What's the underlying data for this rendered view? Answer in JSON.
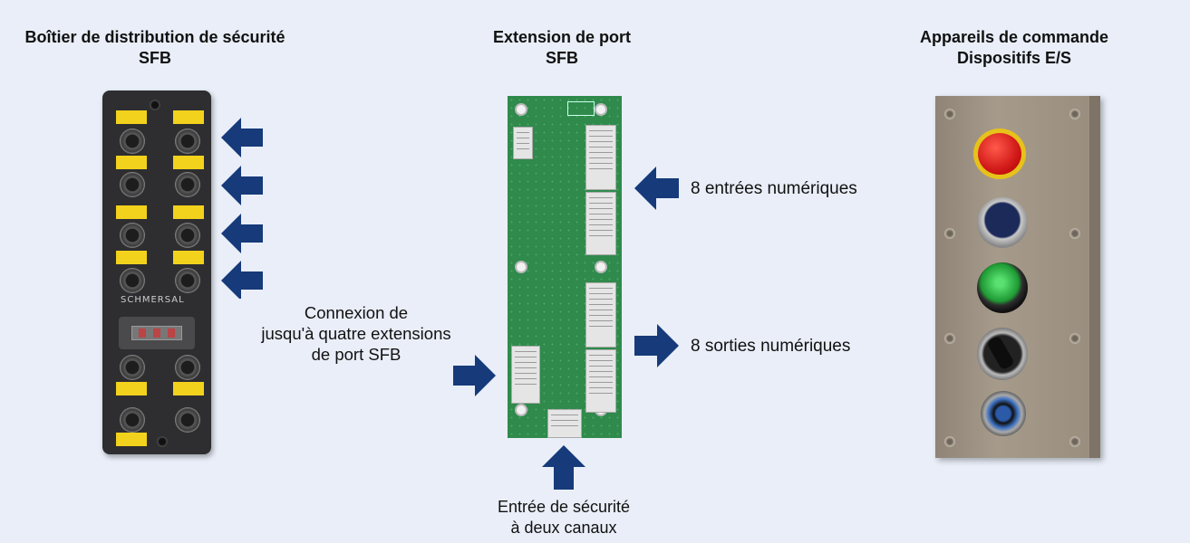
{
  "titles": {
    "sfb_box": [
      "Boîtier de distribution de sécurité",
      "SFB"
    ],
    "port_extension": [
      "Extension de port",
      "SFB"
    ],
    "control_devices": [
      "Appareils de commande",
      "Dispositifs E/S"
    ]
  },
  "captions": {
    "connection": [
      "Connexion de",
      "jusqu'à quatre extensions",
      "de port SFB"
    ],
    "digital_inputs": "8 entrées numériques",
    "digital_outputs": "8 sorties numériques",
    "safety_input": [
      "Entrée de sécurité",
      "à deux canaux"
    ]
  },
  "device_labels": {
    "brand": "SCHMERSAL"
  },
  "colors": {
    "background": "#e9eef8",
    "arrow": "#163a7a",
    "yellow_label": "#f2d21c"
  }
}
